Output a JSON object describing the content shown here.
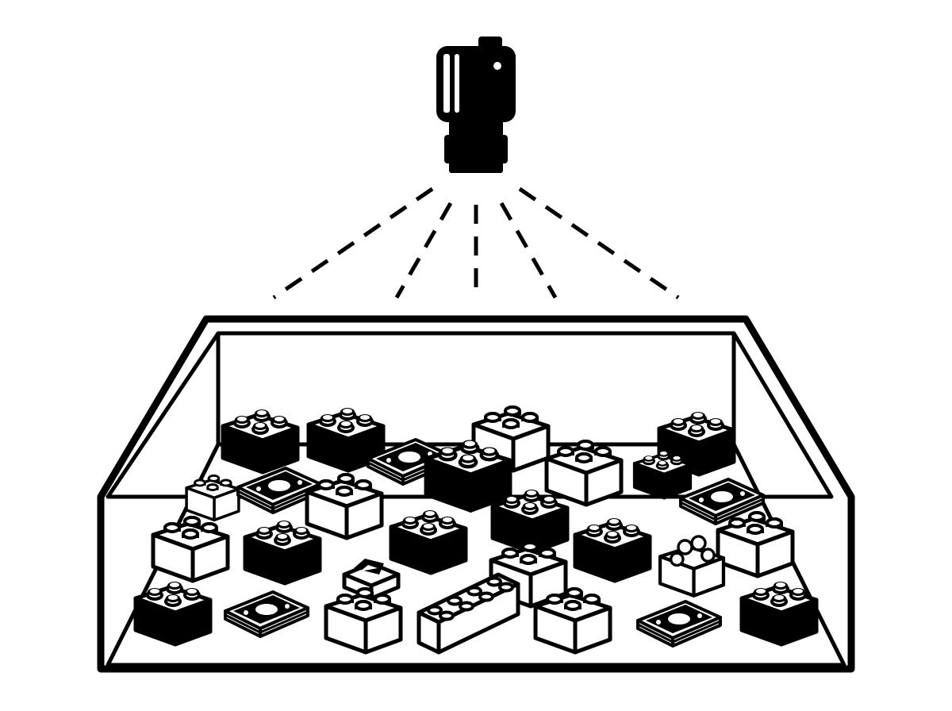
{
  "diagram": {
    "elements": {
      "camera": "camera-icon",
      "rays": "dashed-view-lines",
      "bin": "open-bin-outline",
      "bricks": "interlocking-brick-icons",
      "cash": "banknote-stack-icons"
    },
    "palette": {
      "ink": "#000000",
      "paper": "#ffffff"
    }
  }
}
